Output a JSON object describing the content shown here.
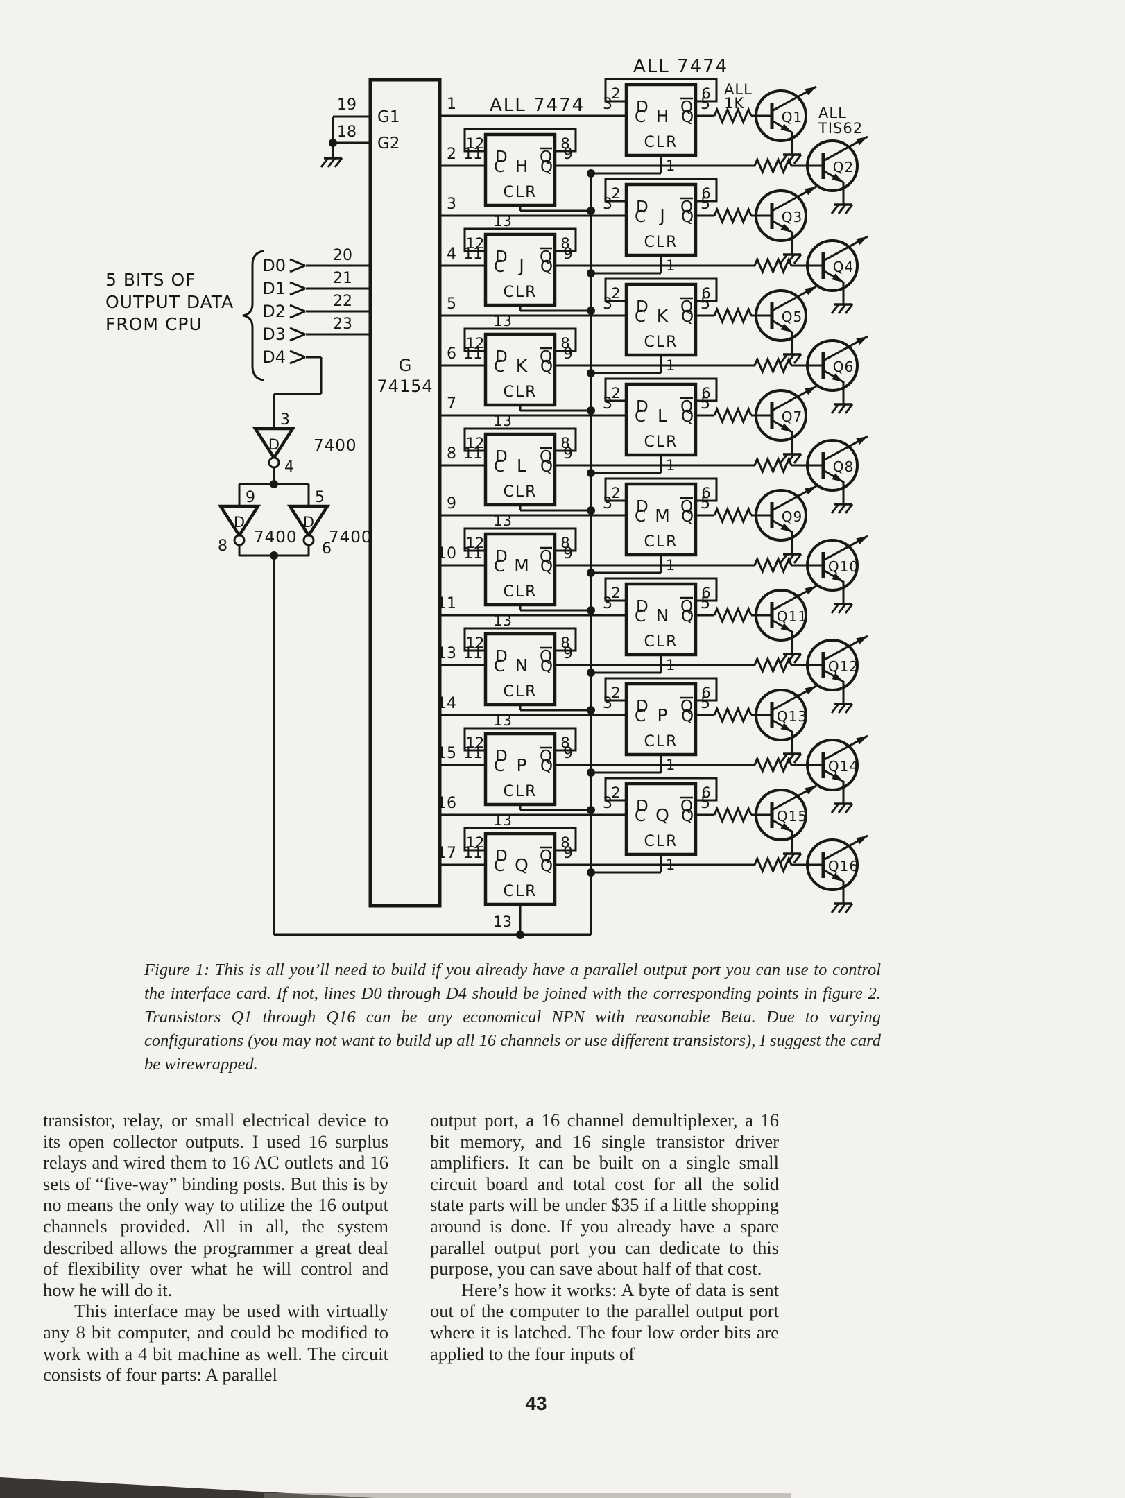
{
  "page": {
    "number": "43",
    "paper_color": "#f3f2ee",
    "ink_color": "#181716"
  },
  "figure_caption": "Figure 1: This is all you’ll need to build if you already have a parallel output port you can use to control the interface card. If not, lines D0 through D4 should be joined with the corresponding points in figure 2. Transistors Q1 through Q16 can be any economical NPN with reasonable Beta. Due to varying configurations (you may not want to build up all 16 channels or use different transistors), I suggest the card be wirewrapped.",
  "body": {
    "left_column": {
      "paragraphs": [
        "transistor, relay, or small electrical device to its open collector outputs. I used 16 surplus relays and wired them to 16 AC outlets and 16 sets of “five-way” binding posts. But this is by no means the only way to utilize the 16 output channels provided. All in all, the system described allows the programmer a great deal of flexibility over what he will control and how he will do it.",
        "This interface may be used with virtually any 8 bit computer, and could be modified to work with a 4 bit machine as well. The circuit consists of four parts: A parallel"
      ]
    },
    "right_column": {
      "paragraphs": [
        "output port, a 16 channel demultiplexer, a 16 bit memory, and 16 single transistor driver amplifiers. It can be built on a single small circuit board and total cost for all the solid state parts will be under $35 if a little shopping around is done. If you already have a spare parallel output port you can dedicate to this purpose, you can save about half of that cost.",
        "Here’s how it works: A byte of data is sent out of the computer to the parallel output port where it is latched. The four low order bits are applied to the four inputs of"
      ]
    }
  },
  "schematic": {
    "demux": {
      "label_g": "G",
      "label_part": "74154",
      "enable_pins": [
        {
          "pin": "19",
          "name": "G1"
        },
        {
          "pin": "18",
          "name": "G2"
        }
      ],
      "data_inputs": [
        {
          "name": "D0",
          "pin": "20"
        },
        {
          "name": "D1",
          "pin": "21"
        },
        {
          "name": "D2",
          "pin": "22"
        },
        {
          "name": "D3",
          "pin": "23"
        },
        {
          "name": "D4",
          "pin": ""
        }
      ]
    },
    "cpu_label_lines": [
      "5 BITS OF",
      "OUTPUT DATA",
      "FROM CPU"
    ],
    "inverters": {
      "part": "7400",
      "gate_letter": "D",
      "gates": [
        {
          "in": "3",
          "out": "4"
        },
        {
          "in": "9",
          "out": "8"
        },
        {
          "in": "5",
          "out": "6"
        }
      ]
    },
    "flipflops": {
      "all_label_top": "ALL 7474",
      "all_label_left": "ALL 7474",
      "d_label": "D",
      "qbar_label": "Q",
      "c_label": "C",
      "q_label": "Q",
      "clr_label": "CLR",
      "left_pins": {
        "d": "12",
        "qbar": "8",
        "c": "11",
        "q": "9",
        "clr": "13"
      },
      "right_pins": {
        "d": "2",
        "qbar": "6",
        "c": "3",
        "q": "5",
        "clr": "1"
      }
    },
    "resistor_label_lines": [
      "ALL",
      "1K"
    ],
    "transistor_label_lines": [
      "ALL",
      "TIS62"
    ],
    "channels": [
      {
        "letter": "H",
        "right_demux_pin": "1",
        "left_demux_pin": "2",
        "right_transistor": "Q1",
        "left_transistor": "Q2"
      },
      {
        "letter": "J",
        "right_demux_pin": "3",
        "left_demux_pin": "4",
        "right_transistor": "Q3",
        "left_transistor": "Q4"
      },
      {
        "letter": "K",
        "right_demux_pin": "5",
        "left_demux_pin": "6",
        "right_transistor": "Q5",
        "left_transistor": "Q6"
      },
      {
        "letter": "L",
        "right_demux_pin": "7",
        "left_demux_pin": "8",
        "right_transistor": "Q7",
        "left_transistor": "Q8"
      },
      {
        "letter": "M",
        "right_demux_pin": "9",
        "left_demux_pin": "10",
        "right_transistor": "Q9",
        "left_transistor": "Q10"
      },
      {
        "letter": "N",
        "right_demux_pin": "11",
        "left_demux_pin": "13",
        "right_transistor": "Q11",
        "left_transistor": "Q12"
      },
      {
        "letter": "P",
        "right_demux_pin": "14",
        "left_demux_pin": "15",
        "right_transistor": "Q13",
        "left_transistor": "Q14"
      },
      {
        "letter": "Q",
        "right_demux_pin": "16",
        "left_demux_pin": "17",
        "right_transistor": "Q15",
        "left_transistor": "Q16"
      }
    ]
  }
}
